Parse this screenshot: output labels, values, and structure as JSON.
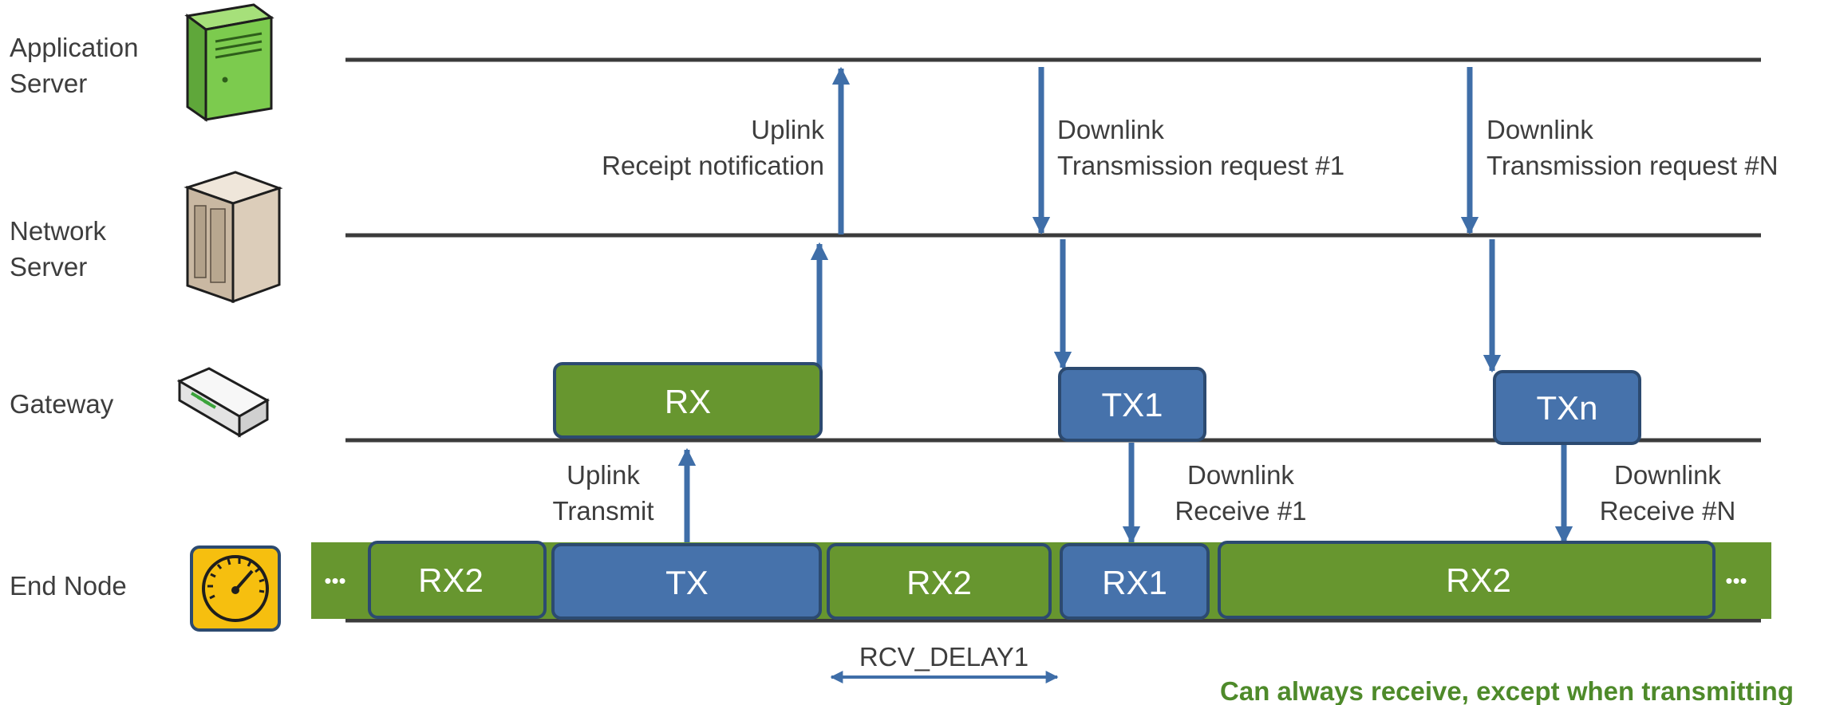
{
  "colors": {
    "green": "#67962f",
    "blue": "#4672ab",
    "box_border": "#2c4a70",
    "arrow": "#3f6ea8",
    "line": "#3b3b3b",
    "note_green": "#4e8a2a",
    "node_yellow": "#f6bf0f"
  },
  "rows": {
    "app_server": [
      "Application",
      "Server"
    ],
    "network_server": [
      "Network",
      "Server"
    ],
    "gateway": "Gateway",
    "end_node": "End Node"
  },
  "icons": {
    "app_server": "green-server-icon",
    "network_server": "beige-server-icon",
    "gateway": "gateway-router-icon",
    "end_node": "gauge-meter-icon"
  },
  "boxes": {
    "gw_rx": "RX",
    "gw_tx1": "TX1",
    "gw_txn": "TXn",
    "en_rx2_a": "RX2",
    "en_tx": "TX",
    "en_rx2_b": "RX2",
    "en_rx1": "RX1",
    "en_rx2_c": "RX2",
    "ellipsis": "•••"
  },
  "labels": {
    "uplink_receipt": [
      "Uplink",
      "Receipt notification"
    ],
    "downlink_req1": [
      "Downlink",
      "Transmission request #1"
    ],
    "downlink_reqn": [
      "Downlink",
      "Transmission request #N"
    ],
    "uplink_transmit": [
      "Uplink",
      "Transmit"
    ],
    "downlink_recv1": [
      "Downlink",
      "Receive #1"
    ],
    "downlink_recvn": [
      "Downlink",
      "Receive #N"
    ],
    "rcv_delay": "RCV_DELAY1",
    "note": "Can always receive, except when transmitting"
  }
}
